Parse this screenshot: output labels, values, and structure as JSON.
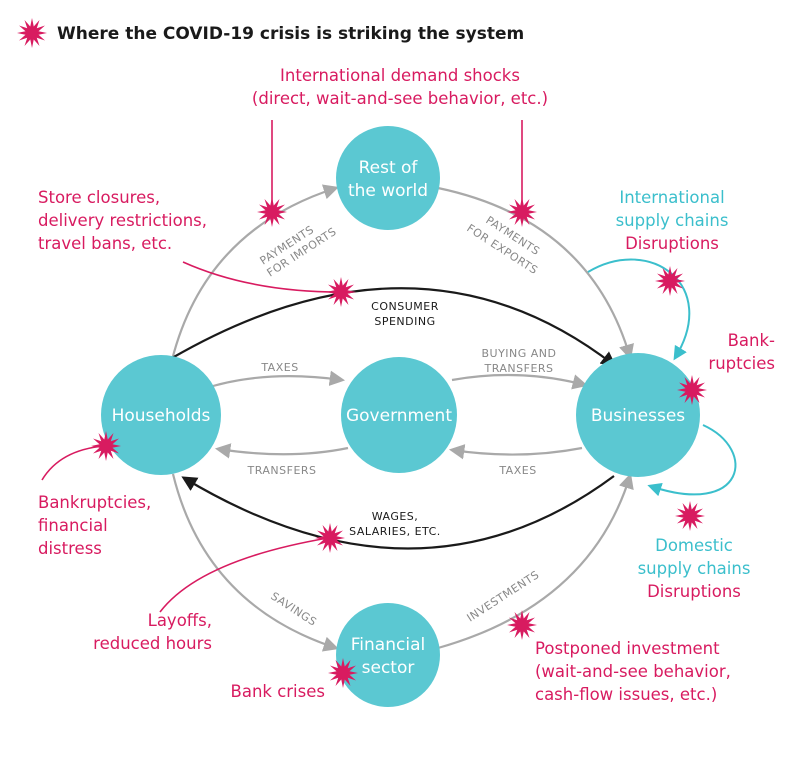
{
  "legend": {
    "text": "Where the COVID-19 crisis is striking the system"
  },
  "nodes": {
    "rest_of_world": [
      "Rest of",
      "the world"
    ],
    "households": "Households",
    "government": "Government",
    "businesses": "Businesses",
    "financial_sector": [
      "Financial",
      "sector"
    ]
  },
  "flows": {
    "payments_for_imports": [
      "PAYMENTS",
      "FOR IMPORTS"
    ],
    "payments_for_exports": [
      "PAYMENTS",
      "FOR EXPORTS"
    ],
    "consumer_spending": [
      "CONSUMER",
      "SPENDING"
    ],
    "taxes_households": "TAXES",
    "buying_and_transfers": [
      "BUYING AND",
      "TRANSFERS"
    ],
    "transfers": "TRANSFERS",
    "taxes_businesses": "TAXES",
    "wages": [
      "WAGES,",
      "SALARIES, ETC."
    ],
    "savings": "SAVINGS",
    "investments": "INVESTMENTS"
  },
  "shocks": {
    "international_demand": [
      "International demand shocks",
      "(direct, wait-and-see behavior, etc.)"
    ],
    "store_closures": [
      "Store closures,",
      "delivery restrictions,",
      "travel bans, etc."
    ],
    "bankruptcies_businesses": [
      "Bank-",
      "ruptcies"
    ],
    "bankruptcies_households": [
      "Bankruptcies,",
      "financial",
      "distress"
    ],
    "layoffs": [
      "Layoffs,",
      "reduced hours"
    ],
    "bank_crises": "Bank crises",
    "postponed_investment": [
      "Postponed investment",
      "(wait-and-see behavior,",
      "cash-flow issues, etc.)"
    ]
  },
  "supply_chains": {
    "international": [
      "International",
      "supply chains",
      "Disruptions"
    ],
    "domestic": [
      "Domestic",
      "supply chains",
      "Disruptions"
    ]
  },
  "colors": {
    "node": "#5bc8d2",
    "shock": "#d81b60",
    "gray_flow": "#a9a9a9",
    "dark_flow": "#1a1a1a",
    "supply": "#3bbfcc"
  }
}
